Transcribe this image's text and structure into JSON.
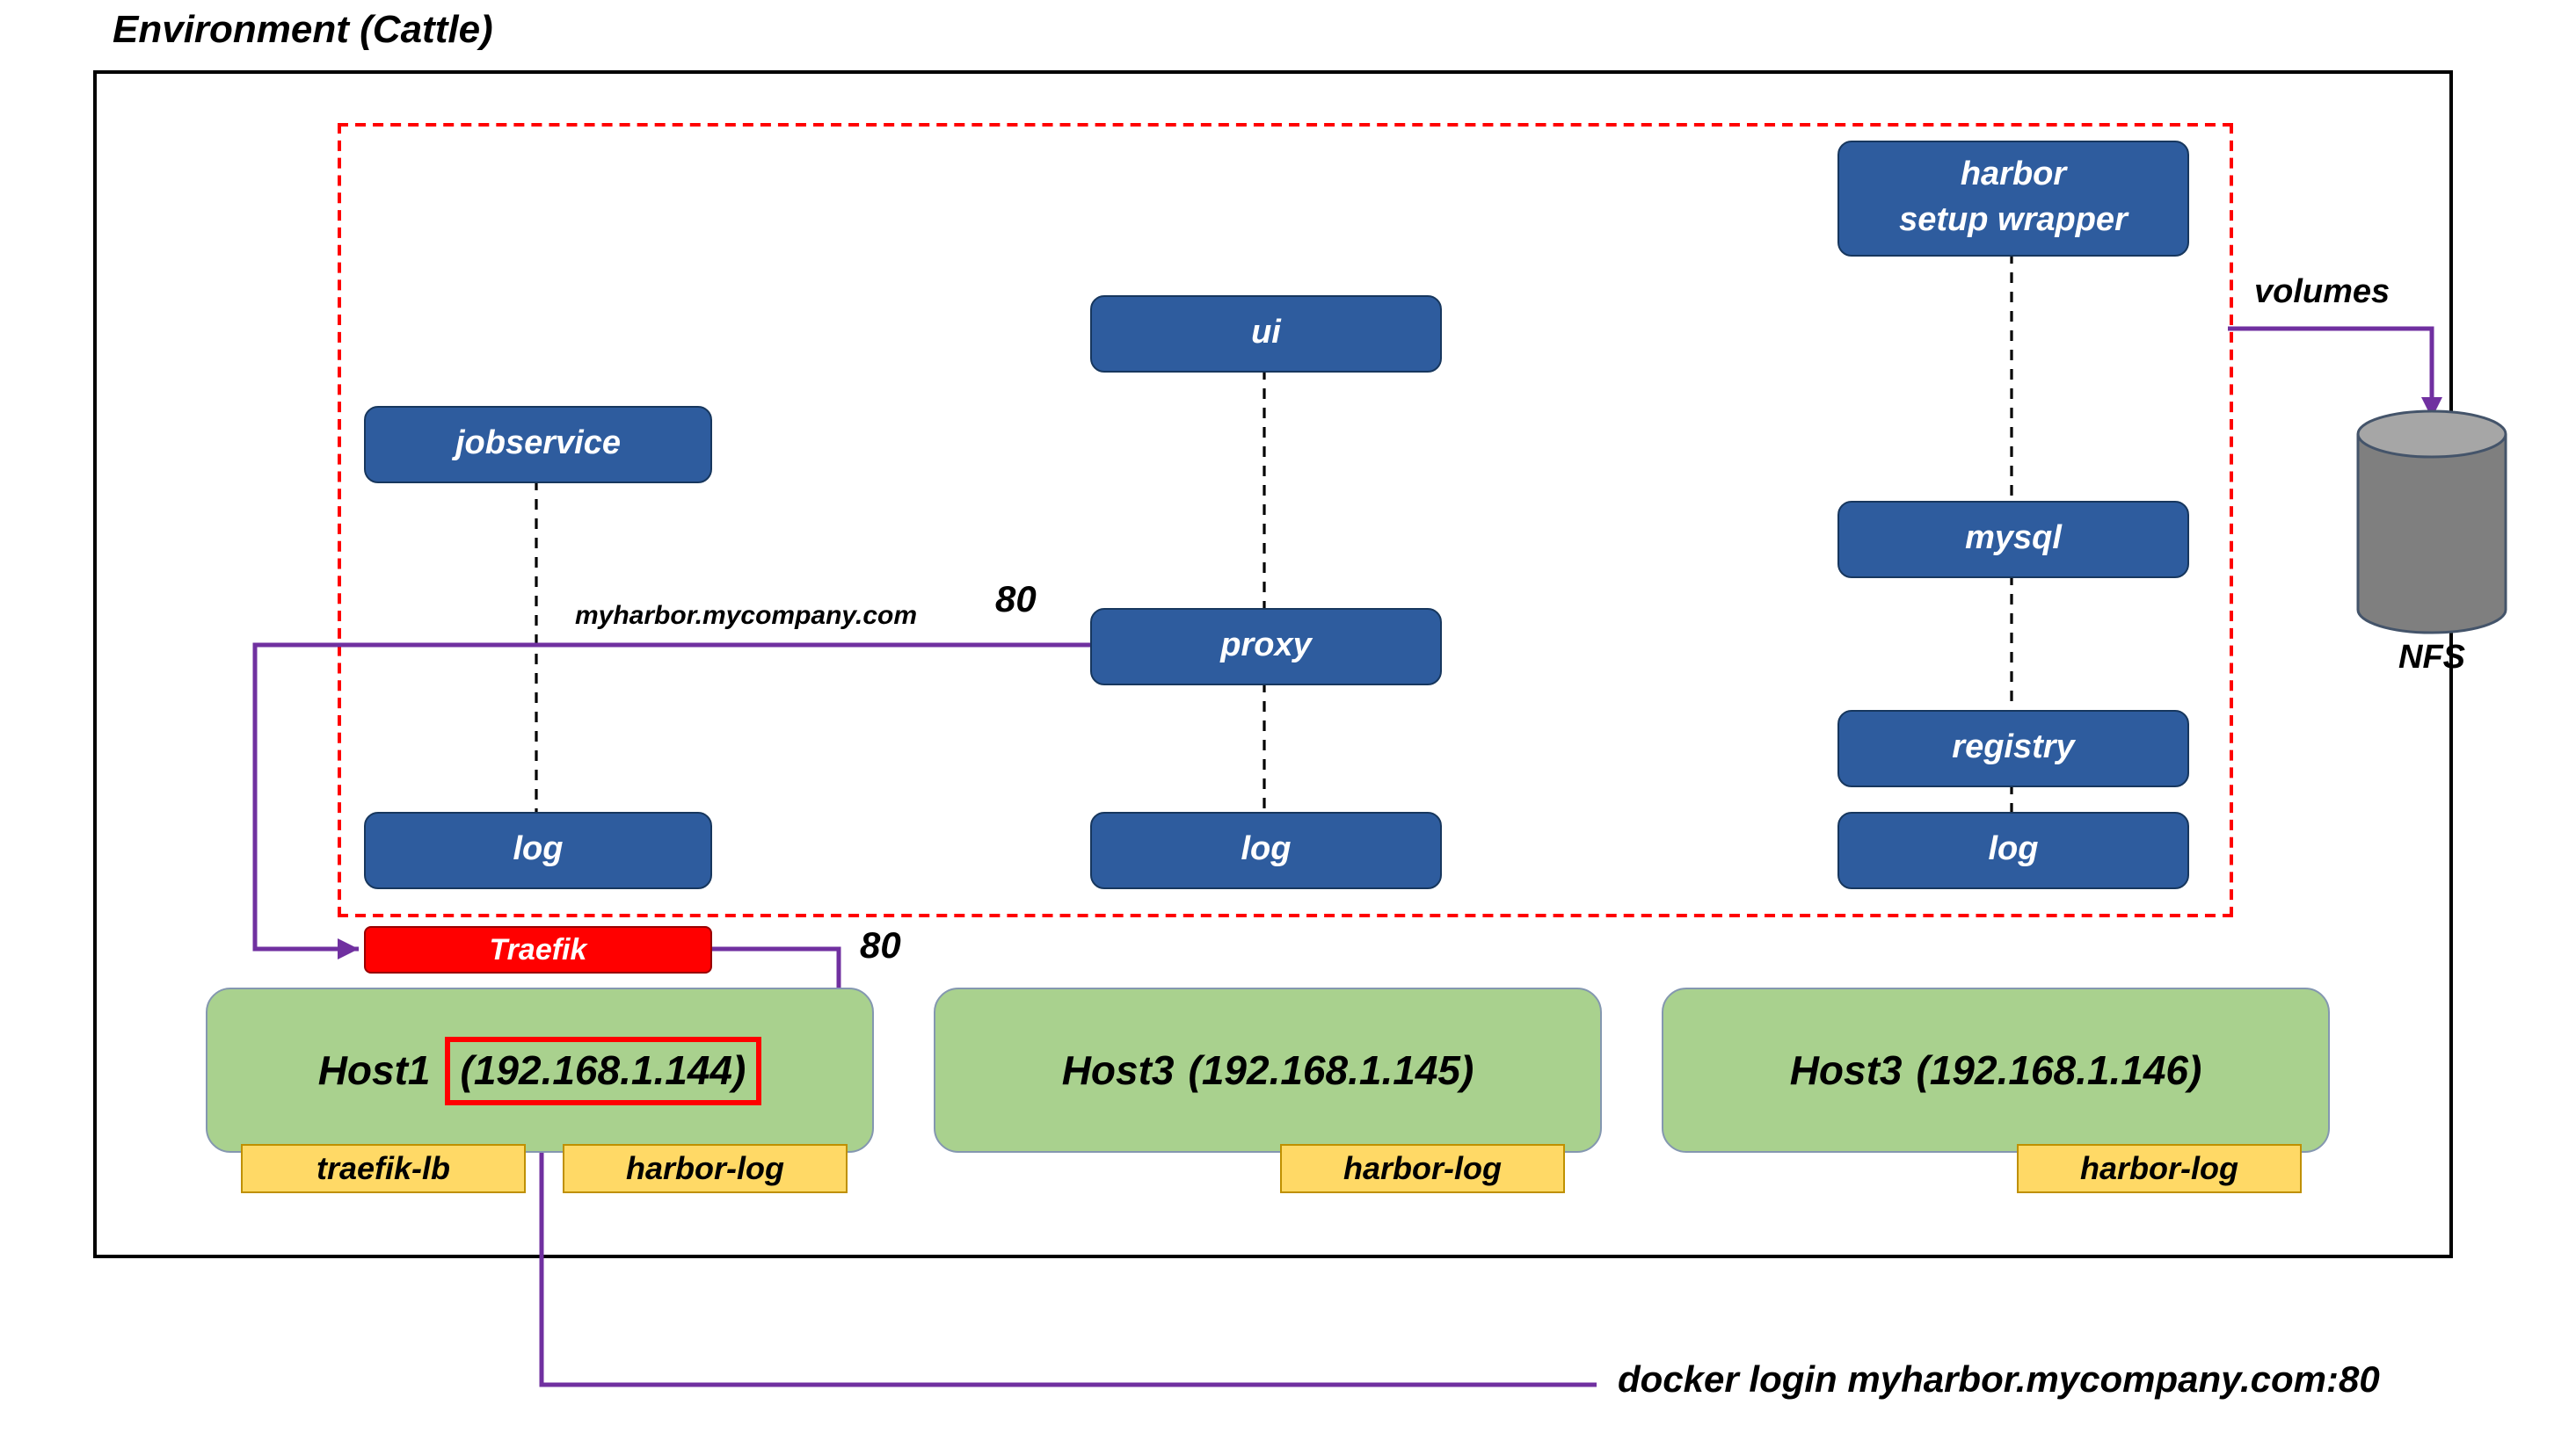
{
  "title": "Environment (Cattle)",
  "diagram": {
    "services": {
      "harbor_setup_wrapper_line1": "harbor",
      "harbor_setup_wrapper_line2": "setup wrapper",
      "ui": "ui",
      "jobservice": "jobservice",
      "mysql": "mysql",
      "proxy": "proxy",
      "registry": "registry",
      "log_left": "log",
      "log_middle": "log",
      "log_right": "log"
    },
    "traefik_label": "Traefik",
    "hosts": [
      {
        "name": "Host1",
        "ip": "(192.168.1.144)"
      },
      {
        "name": "Host3",
        "ip": "(192.168.1.145)"
      },
      {
        "name": "Host3",
        "ip": "(192.168.1.146)"
      }
    ],
    "host_tags": {
      "traefik_lb": "traefik-lb",
      "harbor_log_1": "harbor-log",
      "harbor_log_2": "harbor-log",
      "harbor_log_3": "harbor-log"
    },
    "annotations": {
      "domain": "myharbor.mycompany.com",
      "proxy_port": "80",
      "traefik_port": "80",
      "volumes": "volumes",
      "nfs": "NFS",
      "docker_login": "docker login myharbor.mycompany.com:80"
    },
    "colors": {
      "service_fill": "#2E5C9E",
      "traefik_fill": "#FF0000",
      "host_fill": "#A9D18E",
      "tag_fill": "#FFD966",
      "arrow": "#7030A0",
      "stack_boundary": "#FF0000",
      "environment_border": "#000000",
      "nfs_body": "#7F7F7F",
      "nfs_top": "#A6A6A6"
    }
  }
}
